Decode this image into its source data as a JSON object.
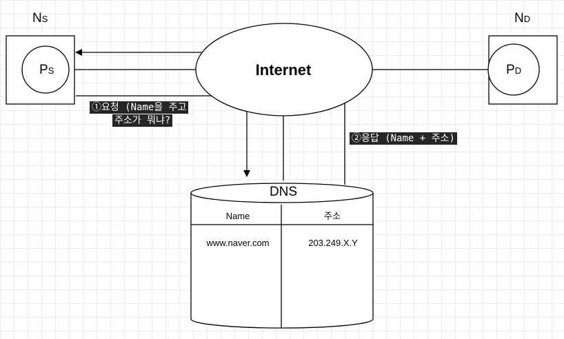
{
  "nodes": {
    "source": {
      "letter": "N",
      "sub": "S",
      "process_letter": "P",
      "process_sub": "S"
    },
    "dest": {
      "letter": "N",
      "sub": "D",
      "process_letter": "P",
      "process_sub": "D"
    }
  },
  "internet": {
    "label": "Internet"
  },
  "dns": {
    "title": "DNS",
    "columns": [
      "Name",
      "주소"
    ],
    "rows": [
      {
        "name": "www.naver.com",
        "address": "203.249.X.Y"
      }
    ]
  },
  "annotations": {
    "request_line1": "①요청 (Name을 주고",
    "request_line2": "주소가 뭐냐?",
    "response": "②응답 (Name + 주소)"
  }
}
